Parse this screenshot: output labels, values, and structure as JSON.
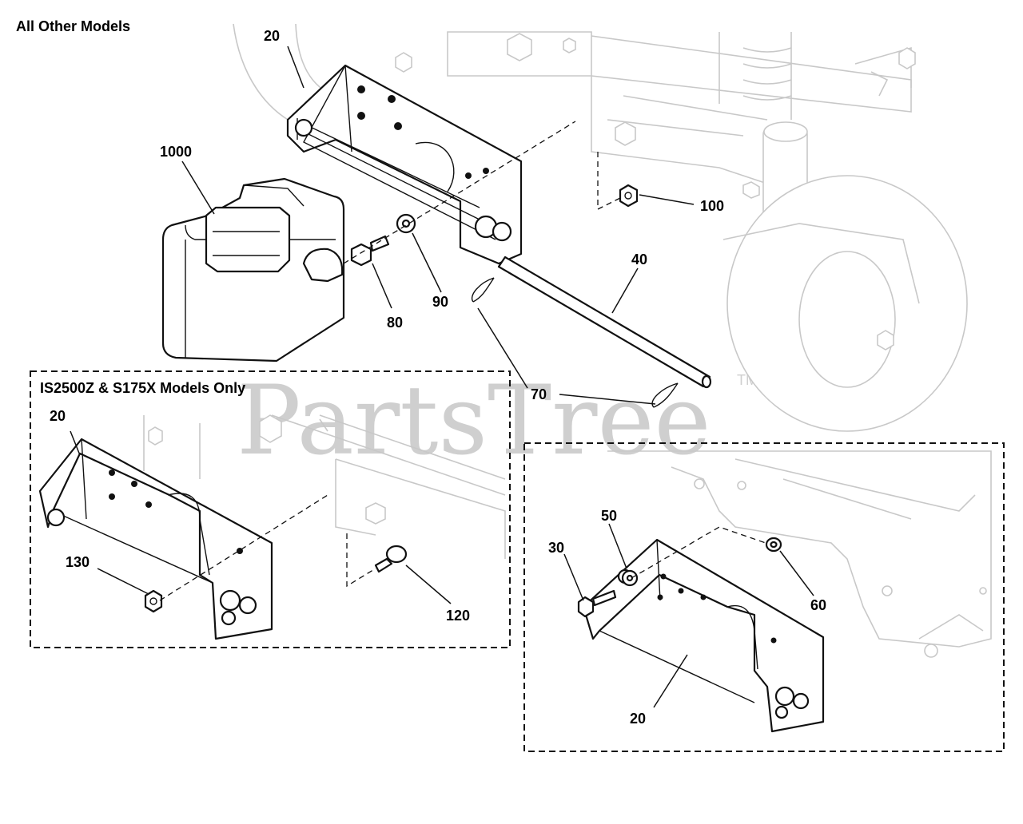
{
  "sections": {
    "main_title": "All Other Models",
    "left_inset_title": "IS2500Z & S175X Models Only"
  },
  "watermark": {
    "text": "PartsTree",
    "tm": "TM"
  },
  "callouts": [
    {
      "id": "c20-top",
      "label": "20"
    },
    {
      "id": "c1000",
      "label": "1000"
    },
    {
      "id": "c100",
      "label": "100"
    },
    {
      "id": "c40",
      "label": "40"
    },
    {
      "id": "c80",
      "label": "80"
    },
    {
      "id": "c90",
      "label": "90"
    },
    {
      "id": "c70",
      "label": "70"
    },
    {
      "id": "c20-left",
      "label": "20"
    },
    {
      "id": "c130",
      "label": "130"
    },
    {
      "id": "c120",
      "label": "120"
    },
    {
      "id": "c50",
      "label": "50"
    },
    {
      "id": "c30",
      "label": "30"
    },
    {
      "id": "c60",
      "label": "60"
    },
    {
      "id": "c20-right",
      "label": "20"
    }
  ]
}
